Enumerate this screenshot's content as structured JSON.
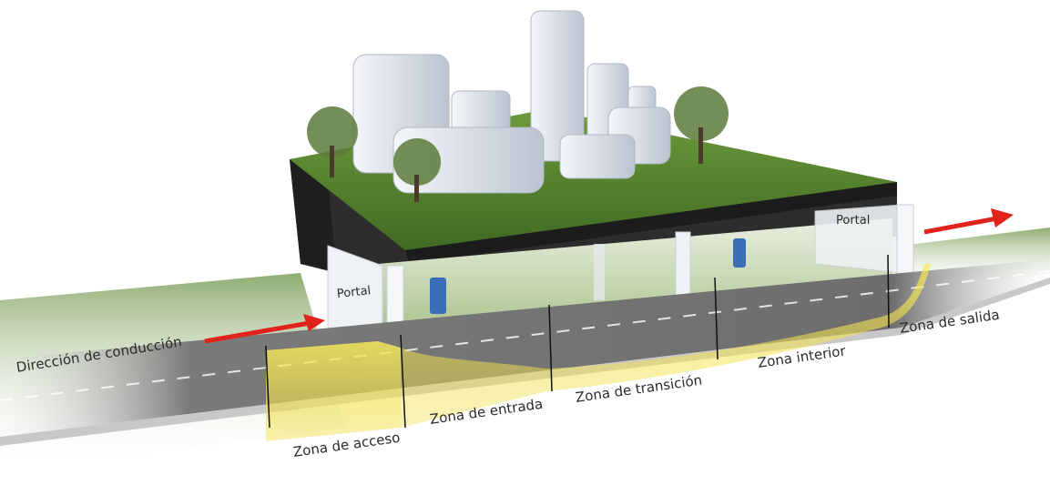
{
  "labels": {
    "direction": "Dirección de conducción",
    "portal_left": "Portal",
    "portal_right": "Portal",
    "zone_access": "Zona de acceso",
    "zone_entry": "Zona de entrada",
    "zone_transition": "Zona de transición",
    "zone_interior": "Zona interior",
    "zone_exit": "Zona de salida"
  },
  "colors": {
    "arrow": "#e0231b",
    "grass": "#4f7f2d",
    "soil": "#2a2a2a",
    "road": "#6b6b6b",
    "light_zone": "#f2e04a",
    "building": "#e6eaf0"
  }
}
